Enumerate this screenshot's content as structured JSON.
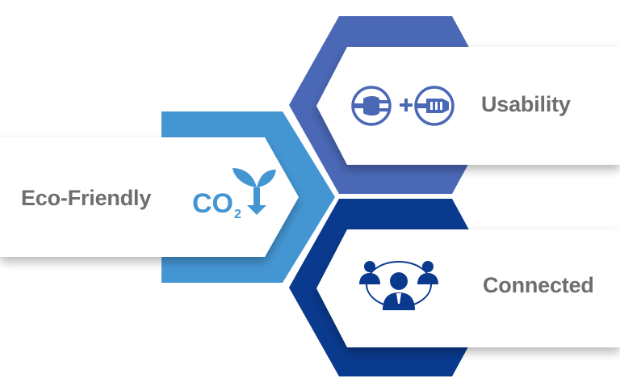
{
  "colors": {
    "eco": "#4496d3",
    "usability": "#4a68b6",
    "connected": "#0a3a8e",
    "card": "#ffffff",
    "label": "#6e6e6e"
  },
  "items": [
    {
      "id": "eco",
      "label": "Eco-Friendly",
      "icon": "co2-leaf-icon",
      "icon_text": "CO",
      "icon_sub": "2"
    },
    {
      "id": "usability",
      "label": "Usability",
      "icon": "plug-plus-ethernet-icon"
    },
    {
      "id": "connected",
      "label": "Connected",
      "icon": "connected-people-icon"
    }
  ]
}
